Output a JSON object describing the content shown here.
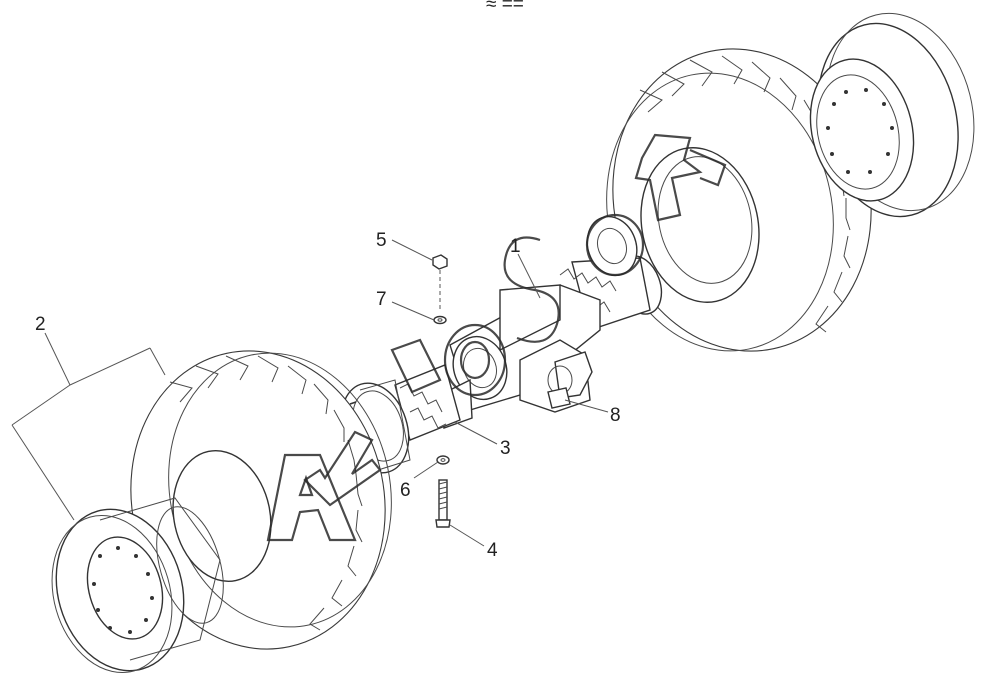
{
  "diagram": {
    "top_mark": "≈ ==",
    "callouts": [
      {
        "id": "1",
        "label": "1"
      },
      {
        "id": "2",
        "label": "2"
      },
      {
        "id": "3",
        "label": "3"
      },
      {
        "id": "4",
        "label": "4"
      },
      {
        "id": "5",
        "label": "5"
      },
      {
        "id": "6",
        "label": "6"
      },
      {
        "id": "7",
        "label": "7"
      },
      {
        "id": "8",
        "label": "8"
      }
    ]
  }
}
